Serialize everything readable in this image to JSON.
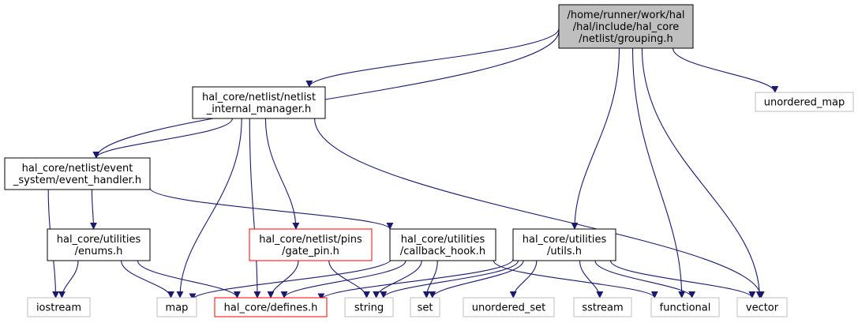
{
  "colors": {
    "edge": "#191970",
    "border_default": "#000000",
    "border_missing": "#bfbfbf",
    "border_error": "#ff0000",
    "fill_root": "#bfbfbf",
    "fill_default": "#ffffff"
  },
  "nodes": {
    "grouping": {
      "lines": [
        "/home/runner/work/hal",
        "/hal/include/hal_core",
        "/netlist/grouping.h"
      ],
      "kind": "root"
    },
    "netlist_mgr": {
      "lines": [
        "hal_core/netlist/netlist",
        "_internal_manager.h"
      ],
      "kind": "default"
    },
    "event_handler": {
      "lines": [
        "hal_core/netlist/event",
        "_system/event_handler.h"
      ],
      "kind": "default"
    },
    "enums": {
      "lines": [
        "hal_core/utilities",
        "/enums.h"
      ],
      "kind": "default"
    },
    "gate_pin": {
      "lines": [
        "hal_core/netlist/pins",
        "/gate_pin.h"
      ],
      "kind": "error"
    },
    "callback_hook": {
      "lines": [
        "hal_core/utilities",
        "/callback_hook.h"
      ],
      "kind": "default"
    },
    "utils": {
      "lines": [
        "hal_core/utilities",
        "/utils.h"
      ],
      "kind": "default"
    },
    "unordered_map": {
      "lines": [
        "unordered_map"
      ],
      "kind": "missing"
    },
    "iostream": {
      "lines": [
        "iostream"
      ],
      "kind": "missing"
    },
    "map": {
      "lines": [
        "map"
      ],
      "kind": "missing"
    },
    "defines": {
      "lines": [
        "hal_core/defines.h"
      ],
      "kind": "error"
    },
    "string": {
      "lines": [
        "string"
      ],
      "kind": "missing"
    },
    "set": {
      "lines": [
        "set"
      ],
      "kind": "missing"
    },
    "unordered_set": {
      "lines": [
        "unordered_set"
      ],
      "kind": "missing"
    },
    "sstream": {
      "lines": [
        "sstream"
      ],
      "kind": "missing"
    },
    "functional": {
      "lines": [
        "functional"
      ],
      "kind": "missing"
    },
    "vector": {
      "lines": [
        "vector"
      ],
      "kind": "missing"
    }
  },
  "edges": [
    [
      "grouping",
      "netlist_mgr"
    ],
    [
      "grouping",
      "event_handler"
    ],
    [
      "grouping",
      "unordered_map"
    ],
    [
      "grouping",
      "utils"
    ],
    [
      "grouping",
      "functional"
    ],
    [
      "grouping",
      "vector"
    ],
    [
      "netlist_mgr",
      "event_handler"
    ],
    [
      "netlist_mgr",
      "map"
    ],
    [
      "netlist_mgr",
      "defines"
    ],
    [
      "netlist_mgr",
      "gate_pin"
    ],
    [
      "netlist_mgr",
      "vector"
    ],
    [
      "event_handler",
      "iostream"
    ],
    [
      "event_handler",
      "enums"
    ],
    [
      "event_handler",
      "callback_hook"
    ],
    [
      "enums",
      "iostream"
    ],
    [
      "enums",
      "map"
    ],
    [
      "enums",
      "defines"
    ],
    [
      "gate_pin",
      "defines"
    ],
    [
      "gate_pin",
      "string"
    ],
    [
      "callback_hook",
      "map"
    ],
    [
      "callback_hook",
      "defines"
    ],
    [
      "callback_hook",
      "string"
    ],
    [
      "callback_hook",
      "set"
    ],
    [
      "callback_hook",
      "functional"
    ],
    [
      "utils",
      "defines"
    ],
    [
      "utils",
      "string"
    ],
    [
      "utils",
      "set"
    ],
    [
      "utils",
      "unordered_set"
    ],
    [
      "utils",
      "sstream"
    ],
    [
      "utils",
      "functional"
    ],
    [
      "utils",
      "vector"
    ]
  ]
}
